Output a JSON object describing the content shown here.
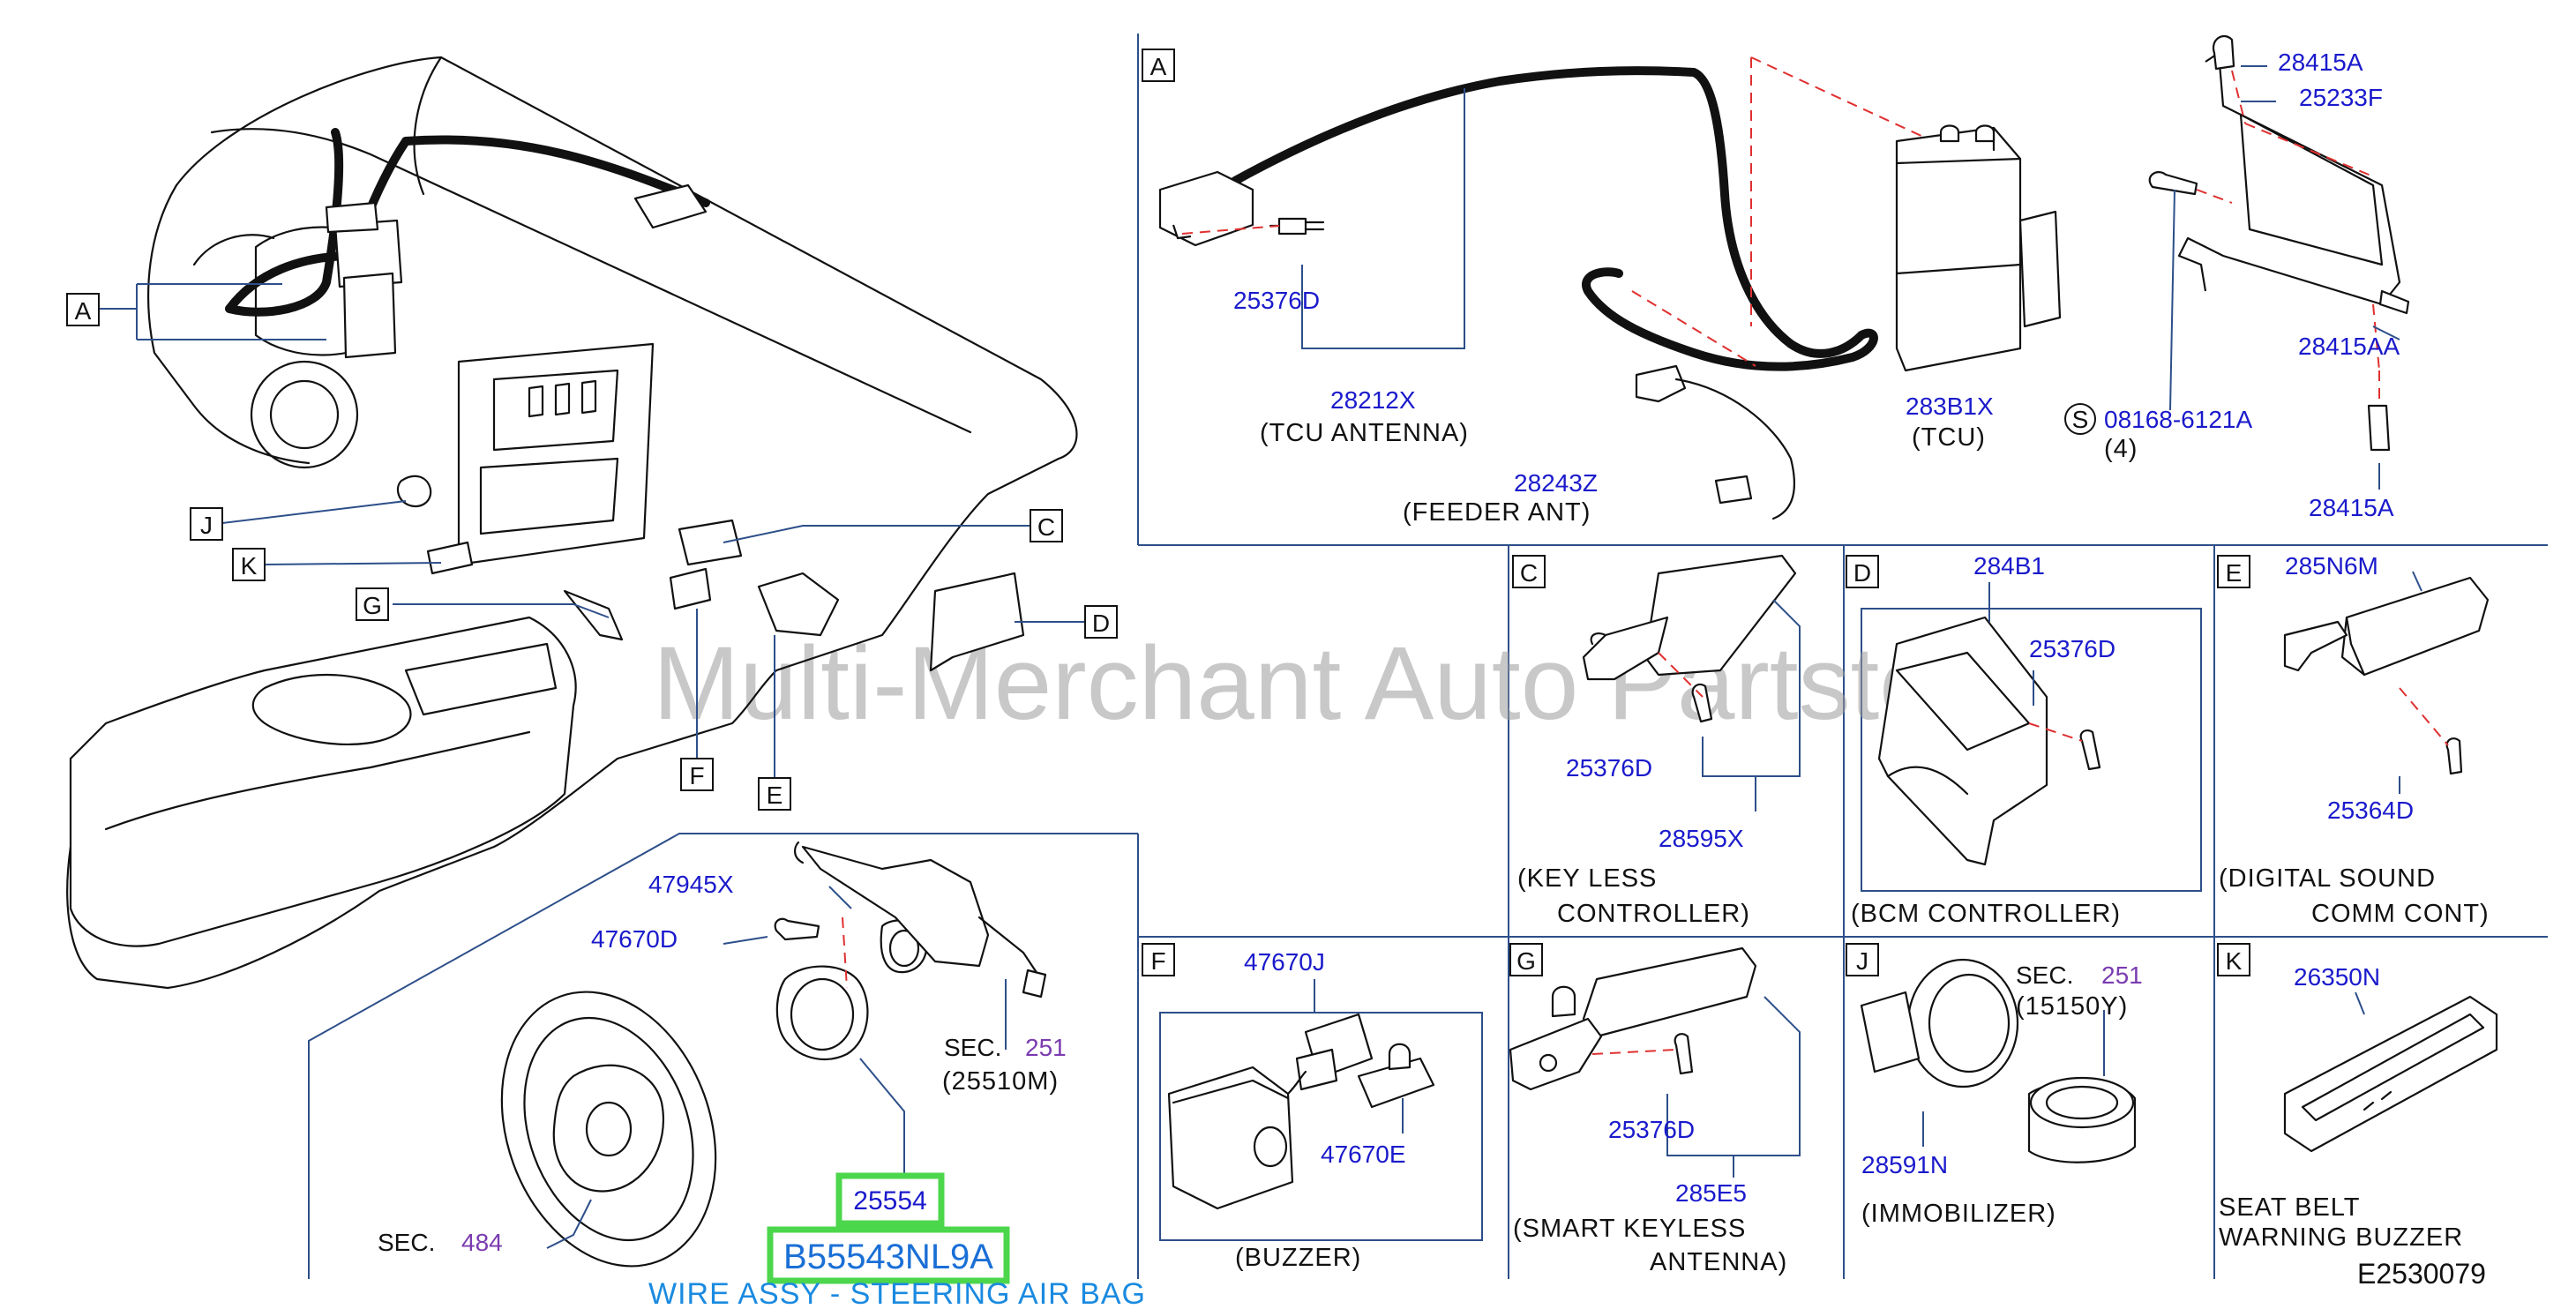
{
  "callouts": {
    "A": "A",
    "B": "J",
    "C": "K",
    "D": "G",
    "E": "C",
    "F": "D",
    "G": "F",
    "H": "E"
  },
  "watermark": "Multi-Merchant Auto Partstore",
  "section_a": {
    "letter": "A",
    "p_25376D": "25376D",
    "p_28212X": "28212X",
    "tcu_antenna": "(TCU   ANTENNA)",
    "p_28243Z": "28243Z",
    "feeder_ant": "(FEEDER   ANT)",
    "p_283B1X": "283B1X",
    "tcu": "(TCU)",
    "p_28415A_top": "28415A",
    "p_25233F": "25233F",
    "p_28415AA": "28415AA",
    "s_mark": "S",
    "p_08168": "08168-6121A",
    "qty": "(4)",
    "p_28415A_bot": "28415A"
  },
  "section_c": {
    "letter": "C",
    "p_25376D": "25376D",
    "p_28595X": "28595X",
    "name_1": "(KEY   LESS",
    "name_2": "CONTROLLER)"
  },
  "section_d": {
    "letter": "D",
    "p_284B1": "284B1",
    "p_25376D": "25376D",
    "name": "(BCM   CONTROLLER)"
  },
  "section_e": {
    "letter": "E",
    "p_285N6M": "285N6M",
    "p_25364D": "25364D",
    "name_1": "(DIGITAL   SOUND",
    "name_2": "COMM   CONT)"
  },
  "steering": {
    "p_47945X": "47945X",
    "p_47670D": "47670D",
    "sec_1": "SEC.",
    "sec_1_num": "251",
    "sec_1_part": "(25510M)",
    "sec_2": "SEC.",
    "sec_2_num": "484",
    "highlight_part": "25554",
    "highlight_code": "B55543NL9A",
    "description": "WIRE ASSY - STEERING AIR BAG"
  },
  "section_f": {
    "letter": "F",
    "p_47670J": "47670J",
    "p_47670E": "47670E",
    "name": "(BUZZER)"
  },
  "section_g": {
    "letter": "G",
    "p_25376D": "25376D",
    "p_285E5": "285E5",
    "name_1": "(SMART   KEYLESS",
    "name_2": "ANTENNA)"
  },
  "section_j": {
    "letter": "J",
    "sec": "SEC.",
    "sec_num": "251",
    "sec_part": "(15150Y)",
    "p_28591N": "28591N",
    "name": "(IMMOBILIZER)"
  },
  "section_k": {
    "letter": "K",
    "p_26350N": "26350N",
    "name_1": "SEAT   BELT",
    "name_2": "WARNING   BUZZER"
  },
  "diagram_code": "E2530079",
  "colors": {
    "frame": "#2d4f8a",
    "part_number": "#1a1acc",
    "section_ref": "#7a3bb0",
    "highlight": "#4cd64c",
    "description": "#1a8ae0",
    "dashed_leader": "#e03030"
  }
}
